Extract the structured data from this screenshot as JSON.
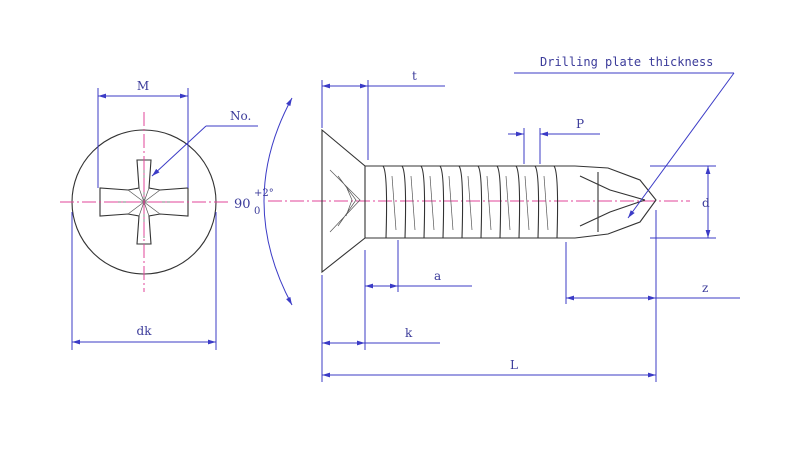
{
  "labels": {
    "M": "M",
    "no": "No.",
    "dk": "dk",
    "t": "t",
    "angle_main": "90",
    "angle_tol_upper": "+2°",
    "angle_tol_lower": "0",
    "a": "a",
    "k": "k",
    "L": "L",
    "P": "P",
    "d": "d",
    "z": "z",
    "drilling": "Drilling plate thickness"
  },
  "colors": {
    "dimension": "#3b3bc6",
    "centerline": "#e0469a",
    "outline": "#333333"
  }
}
